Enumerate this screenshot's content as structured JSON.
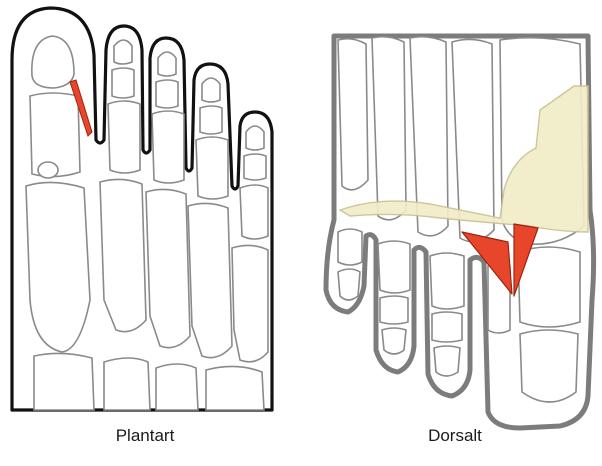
{
  "captions": {
    "left": "Plantart",
    "right": "Dorsalt"
  },
  "colors": {
    "muscle_red": "#e8462a",
    "muscle_stroke": "#9a2410",
    "aponeurosis_fill": "#f1ecc6",
    "aponeurosis_stroke": "#c9c296",
    "outline_plantar": "#111111",
    "outline_dorsal": "#7c7c7c",
    "bone_stroke": "#8a8a8a"
  },
  "icons": [
    "plantar-foot-illustration",
    "dorsal-foot-illustration",
    "interosseous-muscle-highlight"
  ]
}
